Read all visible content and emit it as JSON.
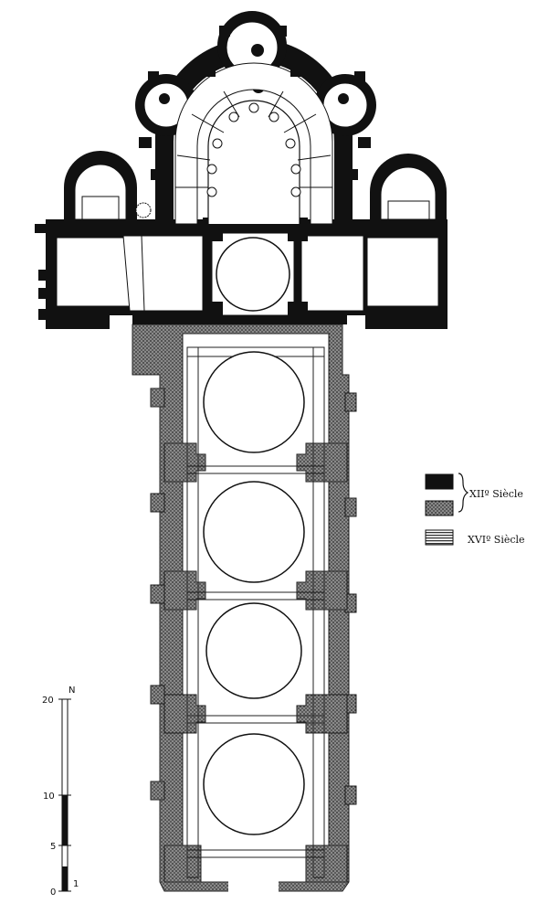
{
  "legend": {
    "items": [
      {
        "pattern": "solid",
        "color": "#111111"
      },
      {
        "pattern": "stipple",
        "color": "#555555"
      },
      {
        "pattern": "hatch",
        "color": "#333333"
      }
    ],
    "bracket_label": "XIIº Siècle",
    "hatch_label": "XVIº Siècle"
  },
  "scale": {
    "north_label": "N",
    "ticks": [
      {
        "label": "20"
      },
      {
        "label": "10"
      },
      {
        "label": "5"
      },
      {
        "label": "0"
      }
    ],
    "unit_label": "1"
  }
}
